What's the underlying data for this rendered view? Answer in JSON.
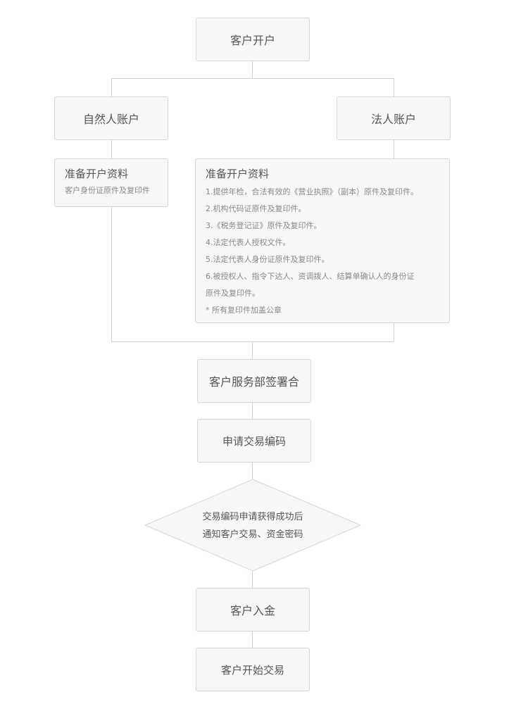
{
  "nodes": {
    "open_account": "客户开户",
    "personal_account": "自然人账户",
    "corporate_account": "法人账户",
    "personal_docs": {
      "title": "准备开户资料",
      "items": [
        "客户身份证原件及复印件"
      ]
    },
    "corporate_docs": {
      "title": "准备开户资料",
      "items": [
        "1.提供年检，合法有效的《营业执照》（副本）原件及复印件。",
        "2.机构代码证原件及复印件。",
        "3.《税务登记证》原件及复印件。",
        "4.法定代表人授权文件。",
        "5.法定代表人身份证原件及复印件。",
        "6.被授权人、指令下达人、资调拨人、结算单确认人的身份证",
        "原件及复印件。",
        "* 所有复印件加盖公章"
      ]
    },
    "sign_contract": "客户服务部签署合",
    "apply_code": "申请交易编码",
    "decision": {
      "line1": "交易编码申请获得成功后",
      "line2": "通知客户交易、资金密码"
    },
    "deposit": "客户入金",
    "start_trading": "客户开始交易"
  },
  "colors": {
    "box_fill": "#f7f7f7",
    "box_border": "#d6d6d6",
    "connector": "#d0d0d0",
    "text": "#555555",
    "secondary_text": "#888888"
  }
}
